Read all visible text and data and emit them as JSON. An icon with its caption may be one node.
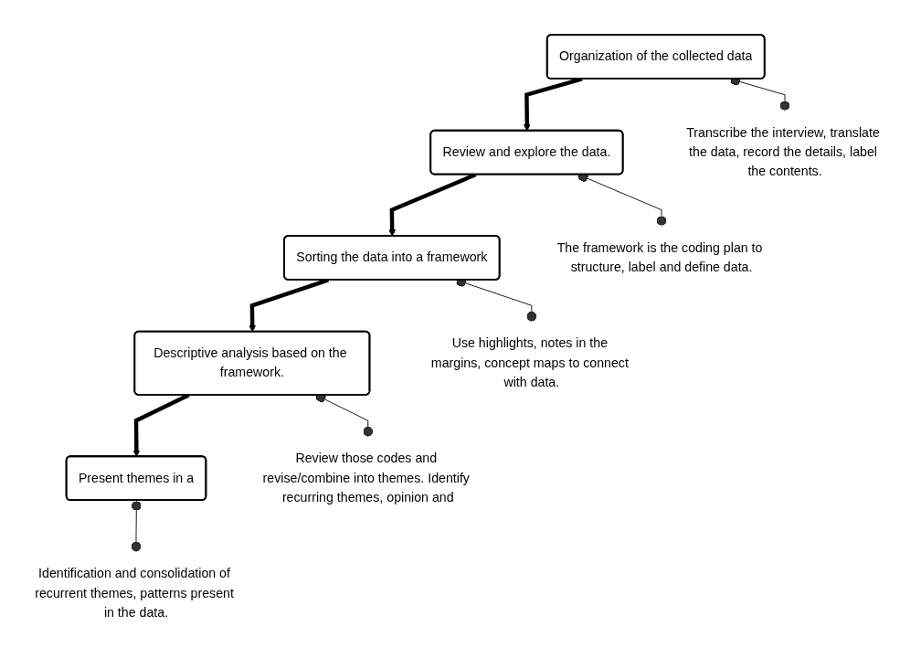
{
  "diagram": {
    "nodes": [
      {
        "text": [
          "Organization of the collected data"
        ]
      },
      {
        "text": [
          "Review and explore the data."
        ]
      },
      {
        "text": [
          "Sorting the data into a framework"
        ]
      },
      {
        "text": [
          "Descriptive analysis based on the framework."
        ]
      },
      {
        "text": [
          "Present themes in a"
        ]
      },
      {
        "text": [
          "Transcribe the interview, translate the data, record the details, label the contents."
        ]
      },
      {
        "text": [
          "The framework is the coding plan to structure, label and define data."
        ]
      },
      {
        "text": [
          "Use highlights, notes in the margins, concept maps to connect with data."
        ]
      },
      {
        "text": [
          "Review those codes and revise/combine into themes. Identify recurring themes, opinion and"
        ]
      },
      {
        "text": [
          "Identification and consolidation of recurrent themes, patterns present in the data."
        ]
      }
    ],
    "edges": [
      {
        "from": 0,
        "to": 5,
        "arrow": "other"
      },
      {
        "from": 0,
        "to": 1,
        "arrow": "to",
        "style": "thick"
      },
      {
        "from": 1,
        "to": 6,
        "arrow": "other"
      },
      {
        "from": 1,
        "to": 2,
        "arrow": "to",
        "style": "thick"
      },
      {
        "from": 2,
        "to": 7,
        "arrow": "other"
      },
      {
        "from": 2,
        "to": 3,
        "arrow": "to",
        "style": "thick"
      },
      {
        "from": 3,
        "to": 8,
        "arrow": "other"
      },
      {
        "from": 3,
        "to": 4,
        "arrow": "to",
        "style": "thick"
      },
      {
        "from": 4,
        "to": 9,
        "arrow": "other"
      }
    ]
  }
}
